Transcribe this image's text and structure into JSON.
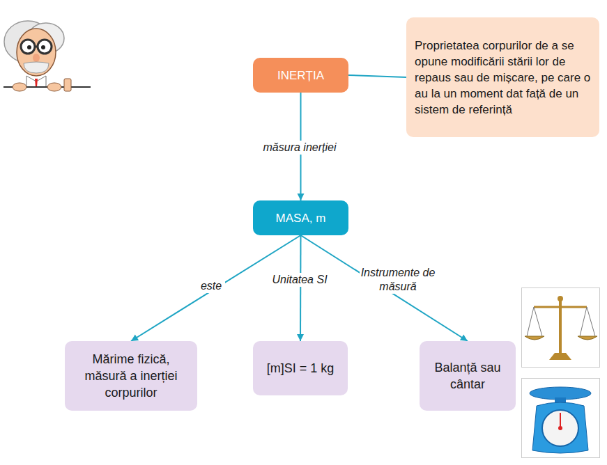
{
  "diagram": {
    "nodes": [
      {
        "text": [
          "INERȚIA"
        ]
      },
      {
        "text": [
          "Proprietatea corpurilor de a se opune modificării stării lor de repaus sau de mișcare, pe care o au la un moment dat față de un sistem de referință"
        ]
      },
      {
        "text": [
          "MASA, m"
        ]
      },
      {
        "text": [
          "Mărime fizică, măsură a inerției corpurilor"
        ]
      },
      {
        "text": [
          "[m]SI = 1 kg"
        ]
      },
      {
        "text": [
          "Balanță sau cântar"
        ]
      }
    ],
    "edges": [
      {
        "from": 0,
        "to": 1,
        "arrow": "none"
      },
      {
        "from": 0,
        "to": 2,
        "arrow": "to",
        "label": "măsura inerției"
      },
      {
        "from": 2,
        "to": 3,
        "arrow": "to",
        "label": "este"
      },
      {
        "from": 2,
        "to": 4,
        "arrow": "to",
        "label": "Unitatea SI"
      },
      {
        "from": 2,
        "to": 5,
        "arrow": "to",
        "label": "Instrumente de măsură"
      }
    ]
  }
}
